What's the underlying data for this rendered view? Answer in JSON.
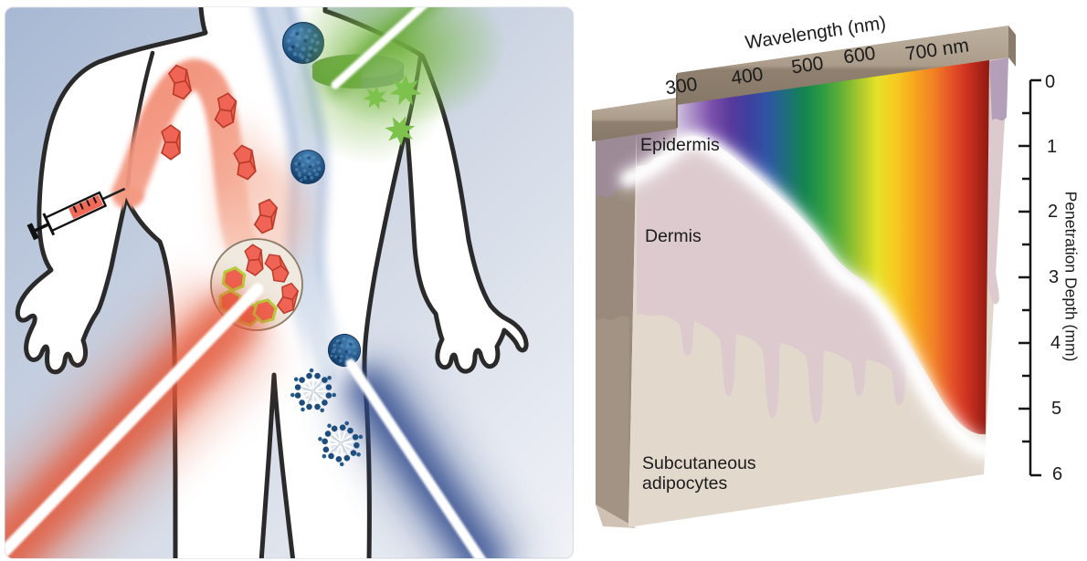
{
  "right_panel": {
    "wavelength_axis": {
      "title": "Wavelength (nm)",
      "tick_labels": [
        "300",
        "400",
        "500",
        "600",
        "700 nm"
      ]
    },
    "depth_axis": {
      "title": "Penetration Depth (mm)",
      "tick_labels": [
        "0",
        "1",
        "2",
        "3",
        "4",
        "5",
        "6"
      ]
    },
    "layer_labels": {
      "epidermis": "Epidermis",
      "dermis": "Dermis",
      "subcutaneous_line1": "Subcutaneous",
      "subcutaneous_line2": "adipocytes"
    }
  },
  "left_panel": {
    "icons": [
      "syringe-icon",
      "human-body-outline",
      "drug-molecule-icon",
      "activated-drug-molecule-icon",
      "nanoparticle-sphere-icon",
      "burst-nanoparticle-icon",
      "implant-disk-icon",
      "green-burst-star-icon",
      "red-laser-beam",
      "blue-laser-beam",
      "green-laser-beam",
      "bloodstream-flow",
      "tumor-site-circle"
    ]
  },
  "chart_data": {
    "type": "area",
    "title": "Light penetration depth into skin versus wavelength",
    "x": [
      300,
      400,
      500,
      600,
      700
    ],
    "penetration_depth_mm": [
      0.8,
      1.4,
      2.4,
      4.0,
      5.4
    ],
    "xlabel": "Wavelength (nm)",
    "ylabel": "Penetration Depth (mm)",
    "xlim": [
      300,
      700
    ],
    "ylim": [
      0,
      6
    ],
    "skin_layers": [
      "Epidermis",
      "Dermis",
      "Subcutaneous adipocytes"
    ],
    "legend_position": "none",
    "grid": false
  },
  "colors": {
    "body_background_top": "#a7b8d3",
    "body_background_bottom": "#f0f2f7",
    "red_flow": "#f2927b",
    "red_laser": "#e25637",
    "blue_laser": "#2d4a8c",
    "green_laser": "#74b242",
    "molecule_red": "#ef6455",
    "molecule_activated_outline": "#b5d23b",
    "nanoparticle_blue": "#1d4a77",
    "star_green": "#7dc24c",
    "epidermis": "#a18b9b",
    "dermis": "#dccacf",
    "subcutaneous": "#e3d8cc",
    "skin_surface_tan": "#a89a88",
    "spectrum_ends": [
      "#cfc0dc",
      "#8e1b11"
    ]
  }
}
